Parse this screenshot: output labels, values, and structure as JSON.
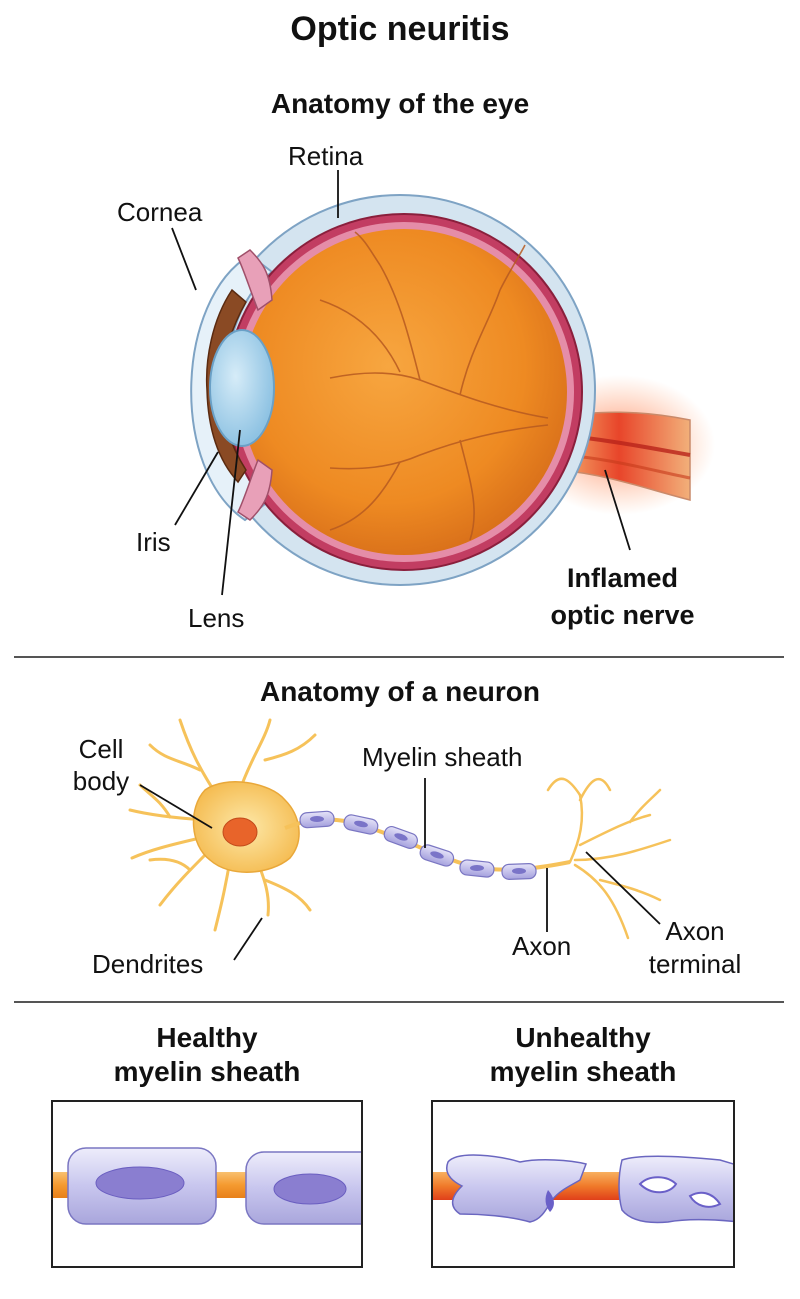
{
  "title": "Optic neuritis",
  "eye_section": {
    "heading": "Anatomy of the eye",
    "labels": {
      "retina": "Retina",
      "cornea": "Cornea",
      "iris": "Iris",
      "lens": "Lens",
      "inflamed_line1": "Inflamed",
      "inflamed_line2": "optic nerve"
    }
  },
  "neuron_section": {
    "heading": "Anatomy of a neuron",
    "labels": {
      "cell_line1": "Cell",
      "cell_line2": "body",
      "myelin": "Myelin sheath",
      "dendrites": "Dendrites",
      "axon": "Axon",
      "axon_terminal_line1": "Axon",
      "axon_terminal_line2": "terminal"
    }
  },
  "myelin_section": {
    "healthy_line1": "Healthy",
    "healthy_line2": "myelin sheath",
    "unhealthy_line1": "Unhealthy",
    "unhealthy_line2": "myelin sheath"
  },
  "colors": {
    "eyeball": "#f0902a",
    "sclera": "#cfe0ee",
    "retina_band": "#b8335a",
    "lens": "#a9d4ec",
    "iris": "#8a4a24",
    "nerve_inflamed": "#e8452a",
    "neuron": "#f8c65a",
    "myelin": "#c9c6ef",
    "nucleus": "#e86a2a"
  }
}
